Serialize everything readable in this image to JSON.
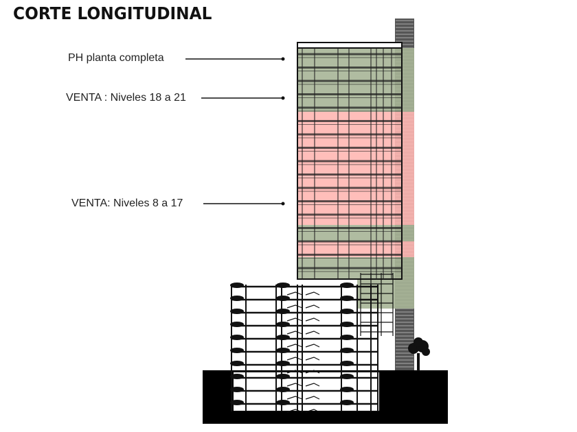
{
  "title": "CORTE LONGITUDINAL",
  "labels": [
    {
      "text": "PH planta completa"
    },
    {
      "text": "VENTA : Niveles 18 a 21"
    },
    {
      "text": "VENTA: Niveles 8 a 17"
    }
  ],
  "colors": {
    "green": "#a7b597",
    "pink": "#ffb7b3",
    "line": "#111111"
  }
}
